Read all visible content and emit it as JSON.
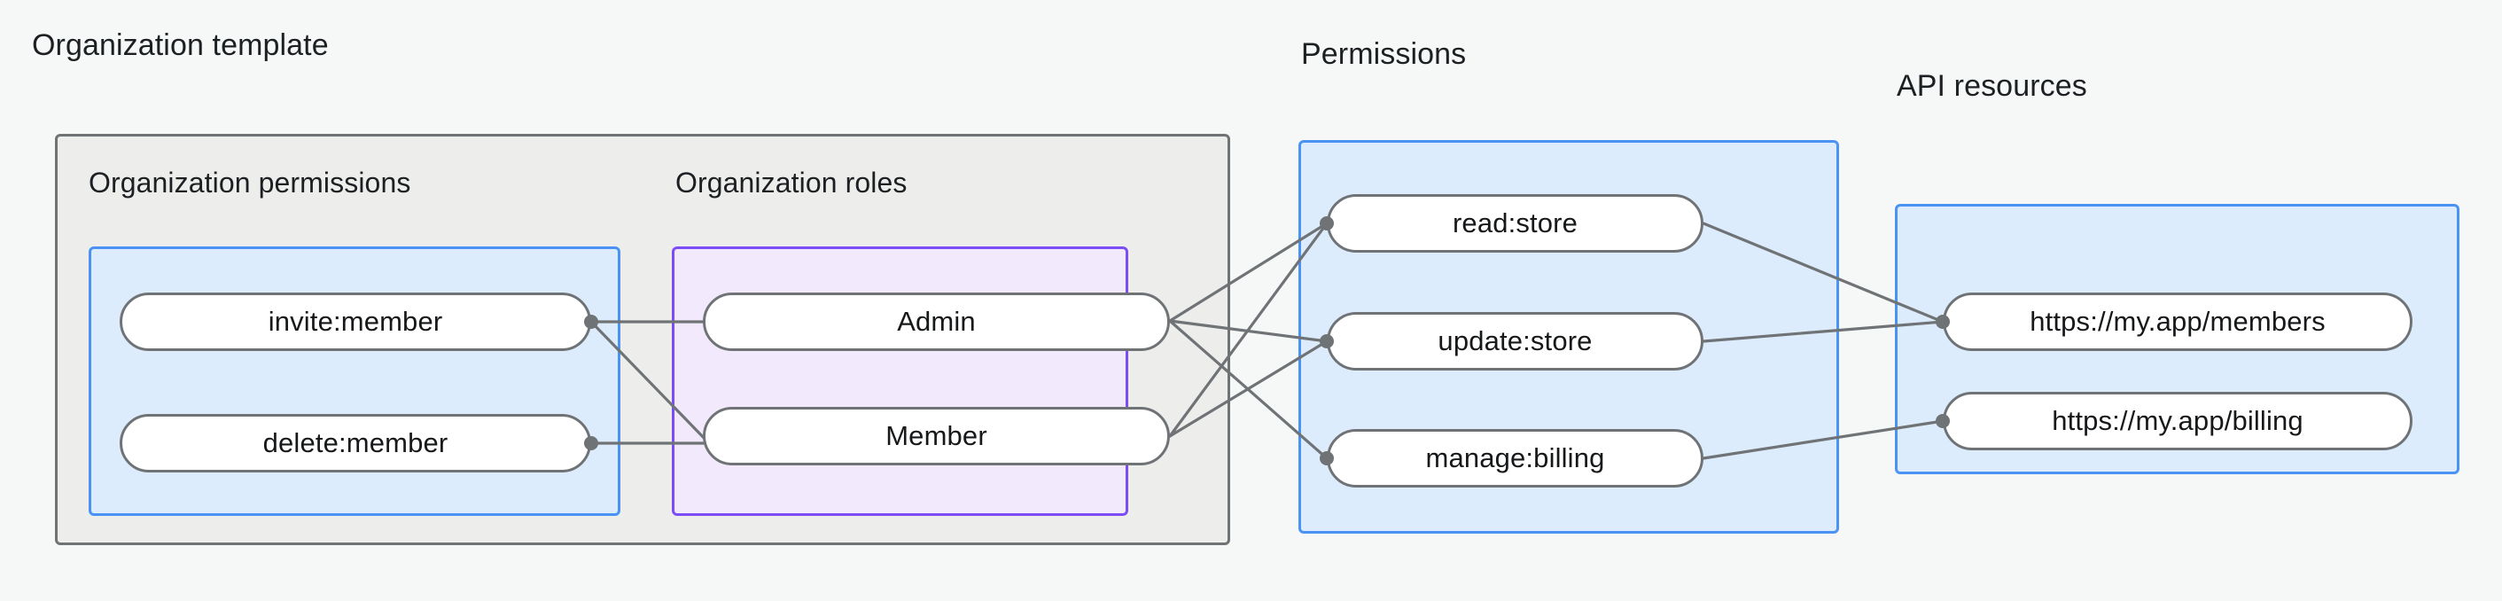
{
  "diagram": {
    "title_groups": {
      "organization_template": "Organization template",
      "permissions": "Permissions",
      "api_resources": "API resources"
    },
    "sections": {
      "organization_permissions": "Organization permissions",
      "organization_roles": "Organization roles"
    },
    "nodes": {
      "organization_permissions": [
        {
          "id": "invite-member",
          "label": "invite:member"
        },
        {
          "id": "delete-member",
          "label": "delete:member"
        }
      ],
      "organization_roles": [
        {
          "id": "admin",
          "label": "Admin"
        },
        {
          "id": "member",
          "label": "Member"
        }
      ],
      "permissions": [
        {
          "id": "read-store",
          "label": "read:store"
        },
        {
          "id": "update-store",
          "label": "update:store"
        },
        {
          "id": "manage-billing",
          "label": "manage:billing"
        }
      ],
      "api_resources": [
        {
          "id": "members-url",
          "label": "https://my.app/members"
        },
        {
          "id": "billing-url",
          "label": "https://my.app/billing"
        }
      ]
    },
    "edges": [
      {
        "from": "invite-member",
        "to": "admin"
      },
      {
        "from": "invite-member",
        "to": "member"
      },
      {
        "from": "delete-member",
        "to": "member"
      },
      {
        "from": "admin",
        "to": "read-store"
      },
      {
        "from": "admin",
        "to": "update-store"
      },
      {
        "from": "admin",
        "to": "manage-billing"
      },
      {
        "from": "member",
        "to": "read-store"
      },
      {
        "from": "member",
        "to": "update-store"
      },
      {
        "from": "read-store",
        "to": "members-url"
      },
      {
        "from": "update-store",
        "to": "members-url"
      },
      {
        "from": "manage-billing",
        "to": "billing-url"
      }
    ],
    "colors": {
      "page_background": "#f6f8f8",
      "outer_group_fill": "#ededec",
      "outer_group_border": "#6f7376",
      "blue_group_fill": "#ddecfd",
      "blue_group_border": "#4a93f5",
      "purple_group_fill": "#f2e9fd",
      "purple_group_border": "#7c4df6",
      "node_fill": "#ffffff",
      "node_border": "#6f7376",
      "edge_stroke": "#6f7376",
      "text": "#16181a"
    }
  }
}
